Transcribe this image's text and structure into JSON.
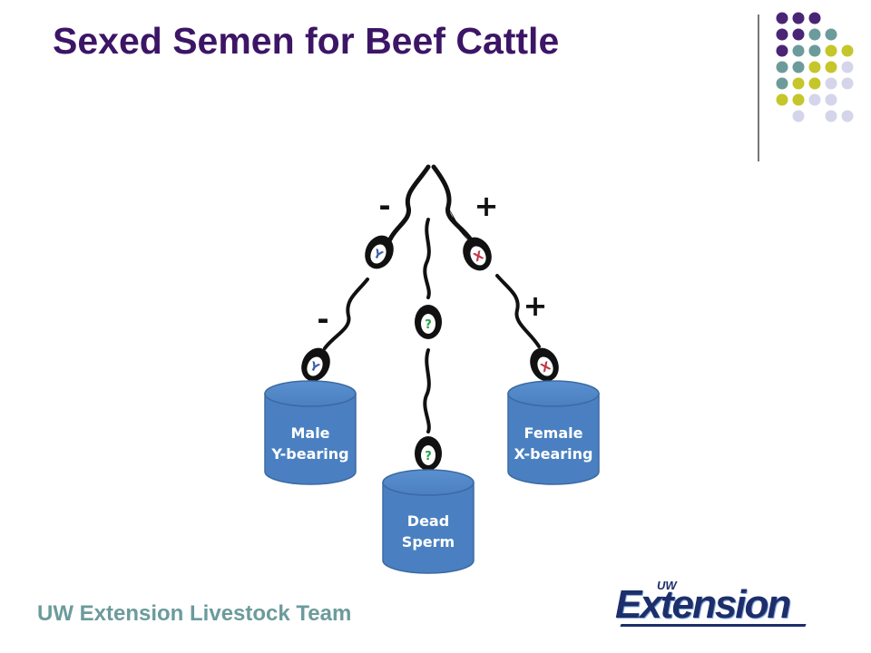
{
  "slide": {
    "title": "Sexed Semen for Beef Cattle",
    "footer": "UW Extension Livestock Team"
  },
  "logo": {
    "superscript": "UW",
    "wordmark": "Extension"
  },
  "colors": {
    "title": "#3d1566",
    "footer": "#6c9b9c",
    "purple": "#4a2575",
    "teal": "#6c9b9c",
    "olive": "#c5c62a",
    "lavender": "#d4d5ea",
    "cylinder": "#4a80c1",
    "sperm": "#111111",
    "logo": "#1d2e6b"
  },
  "diagram": {
    "signs": {
      "upper_left": "-",
      "upper_right": "+",
      "lower_left": "-",
      "lower_right": "+"
    },
    "heads": {
      "y": "Y",
      "x": "X",
      "unknown": "?"
    },
    "containers": {
      "male": {
        "line1": "Male",
        "line2": "Y-bearing"
      },
      "female": {
        "line1": "Female",
        "line2": "X-bearing"
      },
      "dead": {
        "line1": "Dead",
        "line2": "Sperm"
      }
    }
  }
}
